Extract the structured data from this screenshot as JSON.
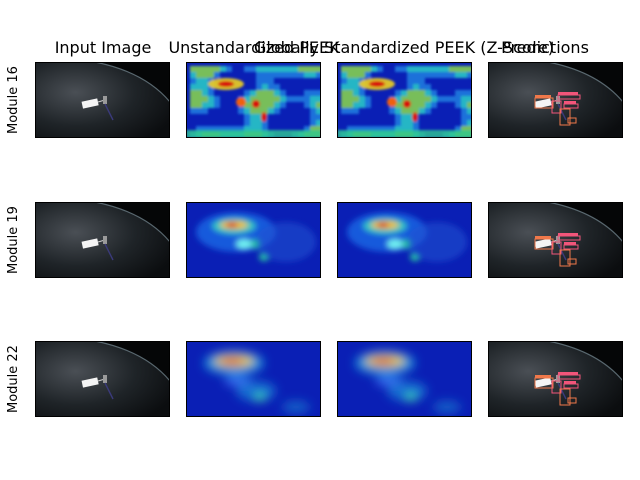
{
  "columns": [
    {
      "key": "input",
      "title": "Input Image"
    },
    {
      "key": "unstd",
      "title": "Unstandardized PEEK"
    },
    {
      "key": "global",
      "title": "Globally Standardized PEEK (Z-Score)"
    },
    {
      "key": "pred",
      "title": "Predictions"
    }
  ],
  "rows": [
    {
      "label": "Module 16"
    },
    {
      "label": "Module 19"
    },
    {
      "label": "Module 22"
    }
  ],
  "colors": {
    "heat_low": "#0a1fb5",
    "heat_mid": "#22c8d8",
    "heat_high": "#d81010",
    "box_orange": "#f0784a",
    "box_pink": "#f2557a"
  }
}
